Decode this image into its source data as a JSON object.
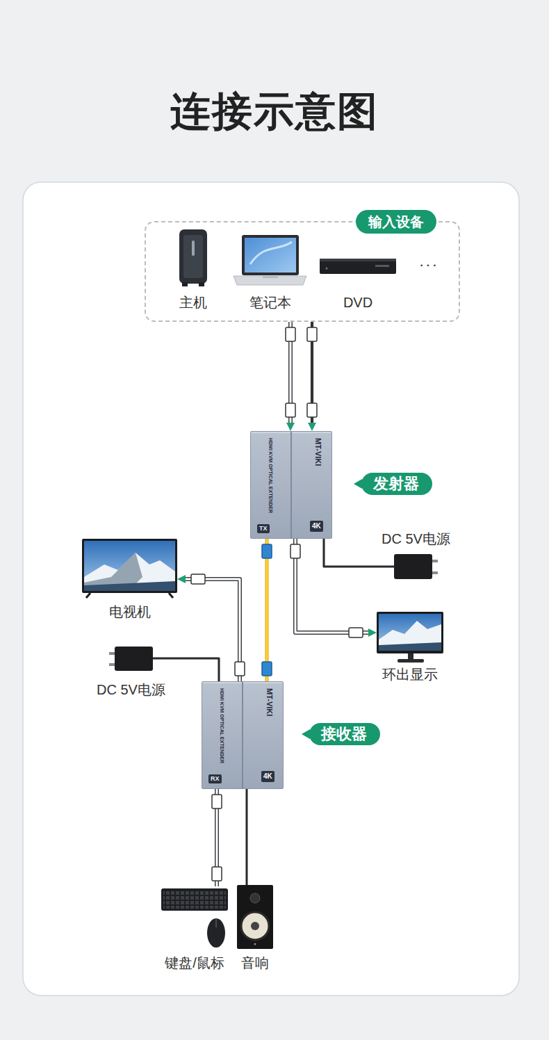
{
  "diagram": {
    "title": "连接示意图",
    "nodes": [
      {
        "text": [
          "输入设备"
        ]
      },
      {
        "text": [
          "主机"
        ],
        "in": 0
      },
      {
        "text": [
          "笔记本"
        ],
        "in": 0
      },
      {
        "text": [
          "DVD"
        ],
        "in": 0
      },
      {
        "text": [
          "HDMI KVM OPTICAL EXTENDER",
          "MT-VIKI",
          "TX",
          "4K"
        ]
      },
      {
        "text": [
          "发射器"
        ]
      },
      {
        "text": [
          "DC 5V电源"
        ]
      },
      {
        "text": [
          "电视机"
        ]
      },
      {
        "text": [
          "环出显示"
        ]
      },
      {
        "text": [
          "DC 5V电源"
        ]
      },
      {
        "text": [
          "HDMI KVM OPTICAL EXTENDER",
          "MT-VIKI",
          "RX",
          "4K"
        ]
      },
      {
        "text": [
          "接收器"
        ]
      },
      {
        "text": [
          "键盘/鼠标"
        ]
      },
      {
        "text": [
          "音响"
        ]
      }
    ],
    "edges": [
      {
        "from": 0,
        "to": 4,
        "arrow": "to"
      },
      {
        "from": 0,
        "to": 4,
        "arrow": "to"
      },
      {
        "from": 4,
        "to": 10,
        "arrow": "none"
      },
      {
        "from": 4,
        "to": 8,
        "arrow": "to"
      },
      {
        "from": 4,
        "to": 6,
        "arrow": "none"
      },
      {
        "from": 10,
        "to": 7,
        "arrow": "to"
      },
      {
        "from": 10,
        "to": 9,
        "arrow": "none"
      },
      {
        "from": 10,
        "to": 12,
        "arrow": "none"
      },
      {
        "from": 10,
        "to": 13,
        "arrow": "none"
      }
    ],
    "labels": [
      "···"
    ]
  }
}
